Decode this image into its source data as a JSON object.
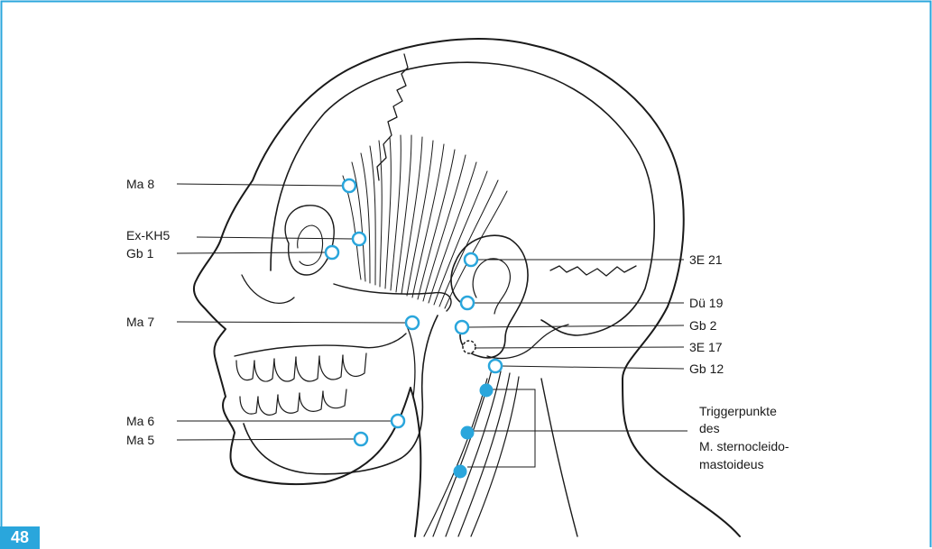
{
  "page_number": "48",
  "colors": {
    "accent": "#2aa6dc",
    "line": "#1a1a1a",
    "background": "#ffffff"
  },
  "labels_left": {
    "ma8": "Ma 8",
    "exkh5": "Ex-KH5",
    "gb1": "Gb 1",
    "ma7": "Ma 7",
    "ma6": "Ma 6",
    "ma5": "Ma 5"
  },
  "labels_right": {
    "e21": "3E 21",
    "du19": "Dü 19",
    "gb2": "Gb 2",
    "e17": "3E 17",
    "gb12": "Gb 12"
  },
  "trigger_label": {
    "line1": "Triggerpunkte",
    "line2": "des",
    "line3": "M. sternocleido-",
    "line4": "mastoideus"
  },
  "points": [
    {
      "id": "Ma 8",
      "type": "open"
    },
    {
      "id": "Ex-KH5",
      "type": "open"
    },
    {
      "id": "Gb 1",
      "type": "open"
    },
    {
      "id": "3E 21",
      "type": "open"
    },
    {
      "id": "Dü 19",
      "type": "open"
    },
    {
      "id": "Gb 2",
      "type": "open"
    },
    {
      "id": "3E 17",
      "type": "hidden-dashed"
    },
    {
      "id": "Gb 12",
      "type": "open"
    },
    {
      "id": "Ma 7",
      "type": "open"
    },
    {
      "id": "Ma 6",
      "type": "open"
    },
    {
      "id": "Ma 5",
      "type": "open"
    },
    {
      "id": "Trigger 1",
      "type": "filled"
    },
    {
      "id": "Trigger 2",
      "type": "filled"
    },
    {
      "id": "Trigger 3",
      "type": "filled"
    }
  ]
}
